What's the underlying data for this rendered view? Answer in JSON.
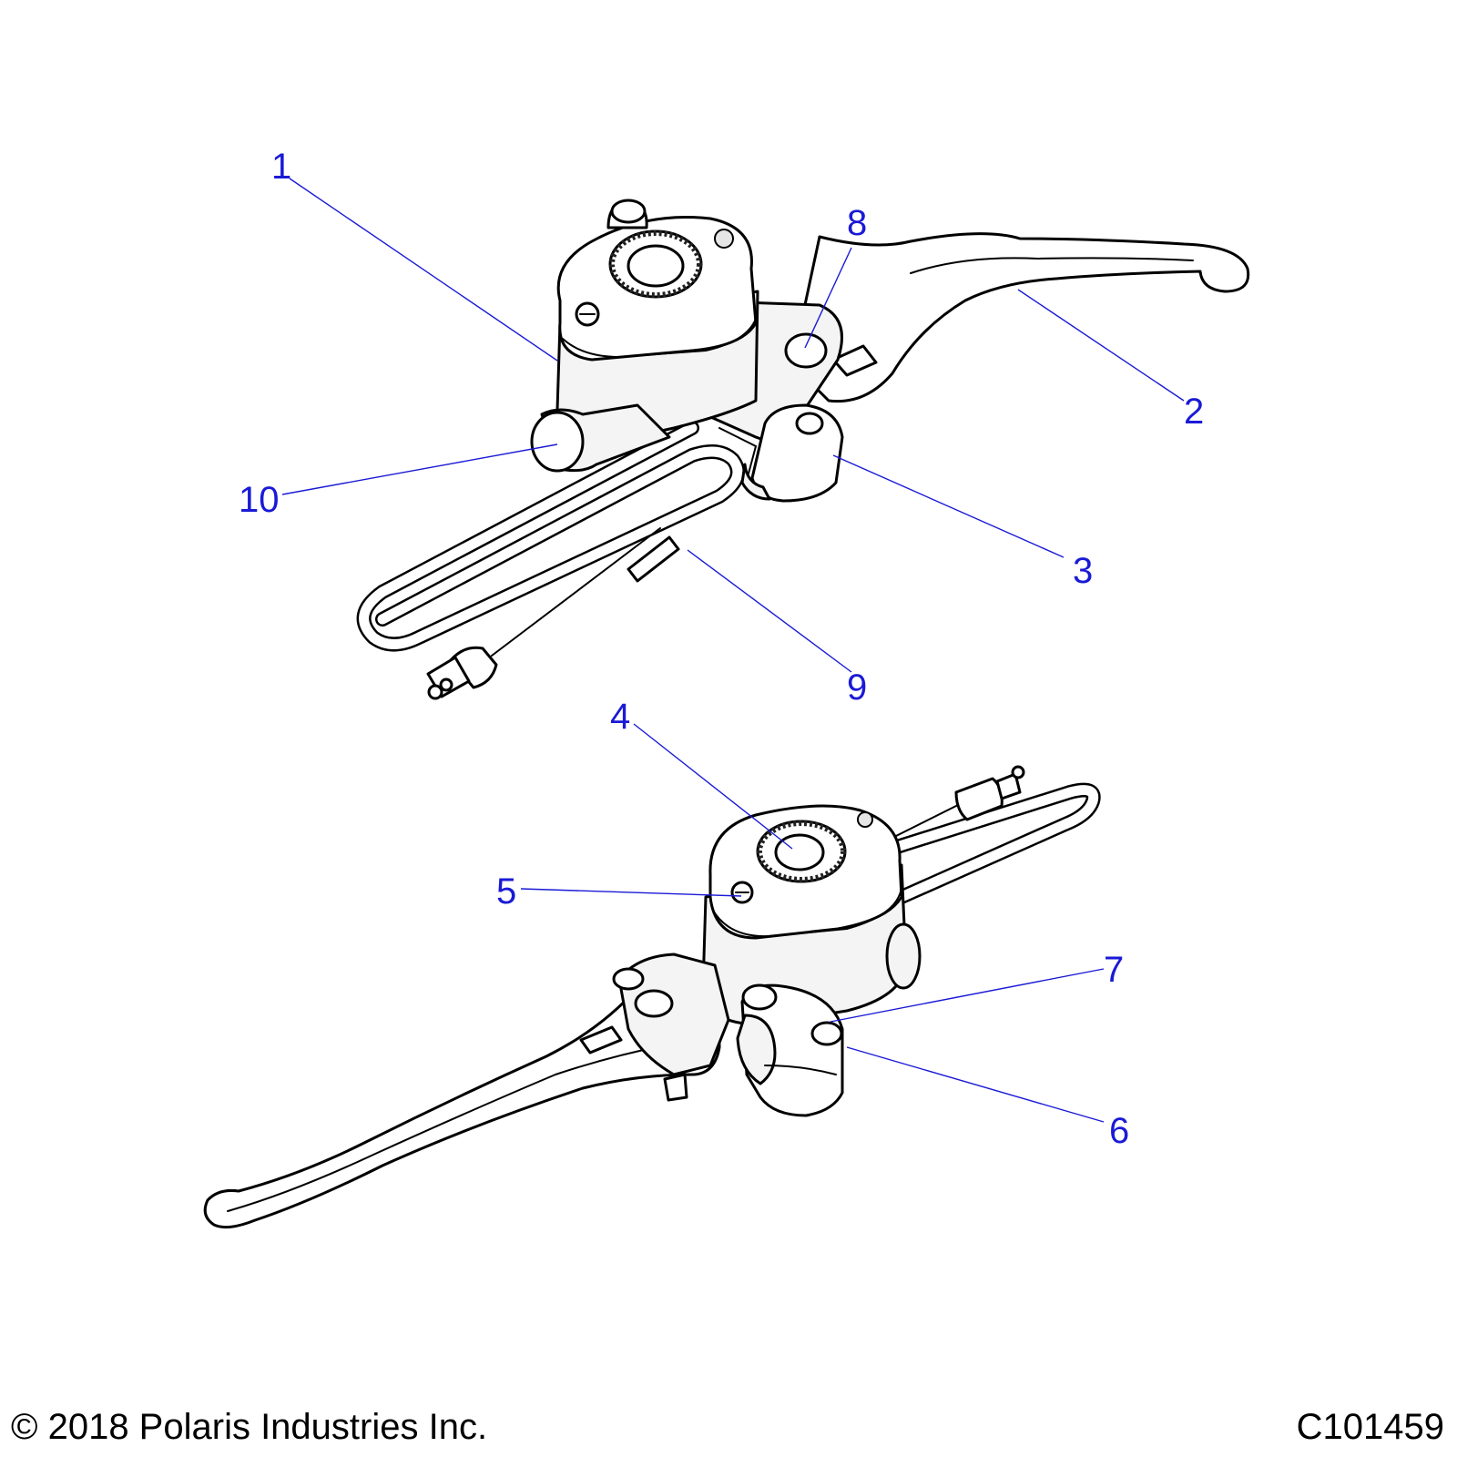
{
  "callouts": [
    {
      "id": "1",
      "label": "1"
    },
    {
      "id": "2",
      "label": "2"
    },
    {
      "id": "3",
      "label": "3"
    },
    {
      "id": "4",
      "label": "4"
    },
    {
      "id": "5",
      "label": "5"
    },
    {
      "id": "6",
      "label": "6"
    },
    {
      "id": "7",
      "label": "7"
    },
    {
      "id": "8",
      "label": "8"
    },
    {
      "id": "9",
      "label": "9"
    },
    {
      "id": "10",
      "label": "10"
    }
  ],
  "footer": {
    "copyright": "© 2018 Polaris Industries Inc.",
    "drawing_id": "C101459"
  },
  "colors": {
    "callout": "#1a1ad6",
    "outline": "#000000",
    "part_fill": "#f4f4f4"
  }
}
